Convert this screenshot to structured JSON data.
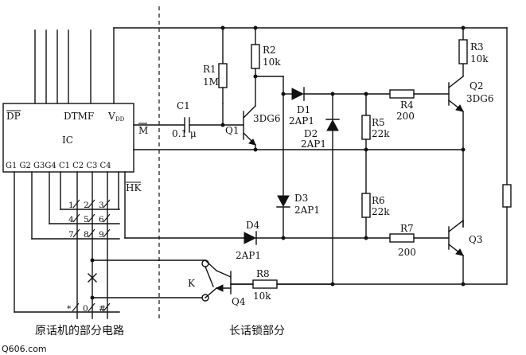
{
  "ic": {
    "name": "IC",
    "pin_dp": "DP",
    "pin_dtmf": "DTMF",
    "pin_vdd_v": "V",
    "pin_vdd_sub": "DD",
    "pin_m": "M",
    "pin_hk": "HK",
    "bottom_pins": "G1 G2 G3G4 C1  C2  C3 C4"
  },
  "components": {
    "r1_name": "R1",
    "r1_value": "1M",
    "r2_name": "R2",
    "r2_value": "10k",
    "r3_name": "R3",
    "r3_value": "10k",
    "r4_name": "R4",
    "r4_value": "200",
    "r5_name": "R5",
    "r5_value": "22k",
    "r6_name": "R6",
    "r6_value": "22k",
    "r7_name": "R7",
    "r7_value": "200",
    "r8_name": "R8",
    "r8_value": "10k",
    "c1_name": "C1",
    "c1_value": "0.1 μ",
    "q1_name": "Q1",
    "q1_type": "3DG6",
    "q2_name": "Q2",
    "q2_type": "3DG6",
    "q3_name": "Q3",
    "q4_name": "Q4",
    "d1_name": "D1",
    "d1_type": "2AP1",
    "d2_name": "D2",
    "d2_type": "2AP1",
    "d3_name": "D3",
    "d3_type": "2AP1",
    "d4_name": "D4",
    "d4_type": "2AP1",
    "k_name": "K"
  },
  "keypad": {
    "row1": [
      "1",
      "2",
      "3"
    ],
    "row2": [
      "4",
      "5",
      "6"
    ],
    "row3": [
      "7",
      "8",
      "9"
    ],
    "row4": [
      "*",
      "0",
      "#"
    ]
  },
  "captions": {
    "left": "原话机的部分电路",
    "right": "长话锁部分"
  },
  "watermark": "Q606.com"
}
